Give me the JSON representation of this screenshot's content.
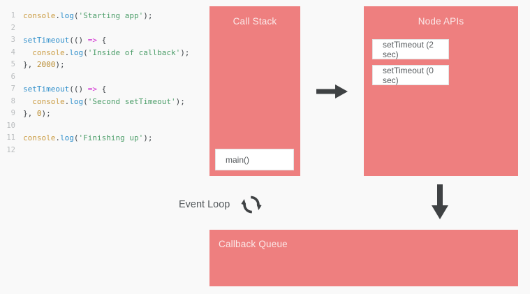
{
  "colors": {
    "background": "#f9f9f9",
    "panel": "#ee7f7f",
    "panel_title": "#fbeaea",
    "card_bg": "#ffffff",
    "card_text": "#55595c",
    "arrow": "#3f4244",
    "gutter_text": "#b9bcbe",
    "code_object": "#cb9d45",
    "code_function": "#2f8fcb",
    "code_string": "#4d9e6a",
    "code_punctuation": "#3b4045",
    "code_arrow_operator": "#d33bd3",
    "code_number": "#b88a2e"
  },
  "editor": {
    "lines": [
      {
        "number": "1",
        "tokens": [
          {
            "t": "console",
            "c": "t-obj"
          },
          {
            "t": ".",
            "c": "t-punc"
          },
          {
            "t": "log",
            "c": "t-fn"
          },
          {
            "t": "(",
            "c": "t-punc"
          },
          {
            "t": "'Starting app'",
            "c": "t-str"
          },
          {
            "t": ");",
            "c": "t-punc"
          }
        ]
      },
      {
        "number": "2",
        "tokens": []
      },
      {
        "number": "3",
        "tokens": [
          {
            "t": "setTimeout",
            "c": "t-fn"
          },
          {
            "t": "(() ",
            "c": "t-punc"
          },
          {
            "t": "=>",
            "c": "t-arrow"
          },
          {
            "t": " {",
            "c": "t-punc"
          }
        ]
      },
      {
        "number": "4",
        "tokens": [
          {
            "t": "  ",
            "c": "t-plain"
          },
          {
            "t": "console",
            "c": "t-obj"
          },
          {
            "t": ".",
            "c": "t-punc"
          },
          {
            "t": "log",
            "c": "t-fn"
          },
          {
            "t": "(",
            "c": "t-punc"
          },
          {
            "t": "'Inside of callback'",
            "c": "t-str"
          },
          {
            "t": ");",
            "c": "t-punc"
          }
        ]
      },
      {
        "number": "5",
        "tokens": [
          {
            "t": "}, ",
            "c": "t-punc"
          },
          {
            "t": "2000",
            "c": "t-num"
          },
          {
            "t": ");",
            "c": "t-punc"
          }
        ]
      },
      {
        "number": "6",
        "tokens": []
      },
      {
        "number": "7",
        "tokens": [
          {
            "t": "setTimeout",
            "c": "t-fn"
          },
          {
            "t": "(() ",
            "c": "t-punc"
          },
          {
            "t": "=>",
            "c": "t-arrow"
          },
          {
            "t": " {",
            "c": "t-punc"
          }
        ]
      },
      {
        "number": "8",
        "tokens": [
          {
            "t": "  ",
            "c": "t-plain"
          },
          {
            "t": "console",
            "c": "t-obj"
          },
          {
            "t": ".",
            "c": "t-punc"
          },
          {
            "t": "log",
            "c": "t-fn"
          },
          {
            "t": "(",
            "c": "t-punc"
          },
          {
            "t": "'Second setTimeout'",
            "c": "t-str"
          },
          {
            "t": ");",
            "c": "t-punc"
          }
        ]
      },
      {
        "number": "9",
        "tokens": [
          {
            "t": "}, ",
            "c": "t-punc"
          },
          {
            "t": "0",
            "c": "t-num"
          },
          {
            "t": ");",
            "c": "t-punc"
          }
        ]
      },
      {
        "number": "10",
        "tokens": []
      },
      {
        "number": "11",
        "tokens": [
          {
            "t": "console",
            "c": "t-obj"
          },
          {
            "t": ".",
            "c": "t-punc"
          },
          {
            "t": "log",
            "c": "t-fn"
          },
          {
            "t": "(",
            "c": "t-punc"
          },
          {
            "t": "'Finishing up'",
            "c": "t-str"
          },
          {
            "t": ");",
            "c": "t-punc"
          }
        ]
      },
      {
        "number": "12",
        "tokens": []
      }
    ]
  },
  "call_stack": {
    "title": "Call Stack",
    "frames": [
      {
        "label": "main()"
      }
    ]
  },
  "node_apis": {
    "title": "Node APIs",
    "entries": [
      {
        "label": "setTimeout (2 sec)"
      },
      {
        "label": "setTimeout (0 sec)"
      }
    ]
  },
  "callback_queue": {
    "title": "Callback Queue",
    "entries": []
  },
  "event_loop": {
    "label": "Event Loop",
    "icon": "sync-circular-arrows-icon"
  },
  "arrows": [
    {
      "name": "arrow-call-stack-to-node-apis",
      "direction": "right"
    },
    {
      "name": "arrow-node-apis-to-callback-queue",
      "direction": "down"
    }
  ]
}
